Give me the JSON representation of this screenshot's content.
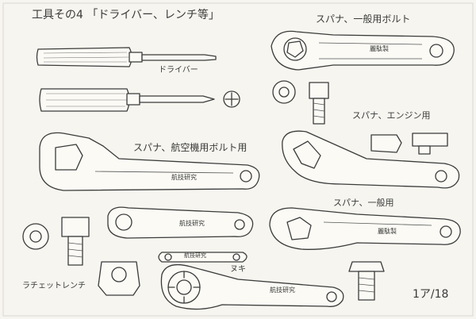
{
  "sheet": {
    "title": "工具その4 「ドライバー、レンチ等」",
    "page_number": "1ア/18",
    "ink_color": "#3b3b3b",
    "paper_color": "#f6f5ef"
  },
  "labels": {
    "screwdriver": "ドライバー",
    "spanner_general_bolt": "スパナ、一般用ボルト",
    "spanner_engine": "スパナ、エンジン用",
    "spanner_aviation_bolt": "スパナ、航空機用ボルト用",
    "spanner_general": "スパナ、一般用",
    "ratchet_wrench": "ラチェットレンチ",
    "nut": "ヌキ"
  },
  "engravings": {
    "aviation_spanner": "航技研究",
    "general_bolt_spanner": "麗駄製",
    "small_spanner": "航技研究",
    "general_spanner": "麗駄製",
    "thin_spanner": "航技研究",
    "ratchet": "航技研究"
  }
}
